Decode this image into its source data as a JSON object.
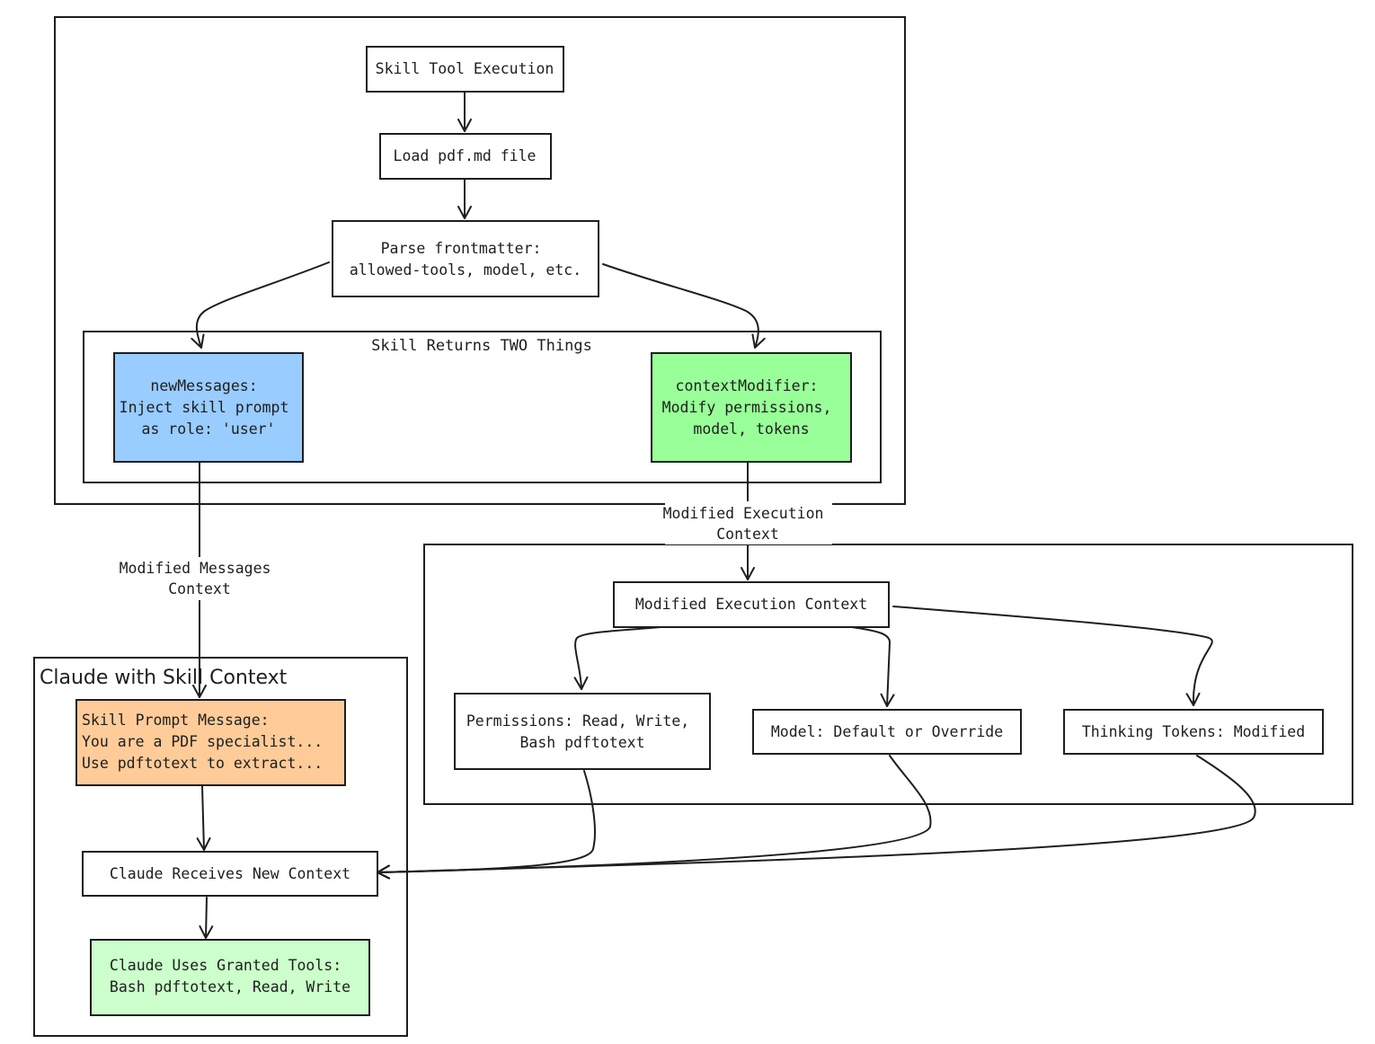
{
  "colors": {
    "stroke": "#1e1e1e",
    "background": "#ffffff",
    "new_messages_fill": "#99ccff",
    "context_modifier_fill": "#99ff99",
    "skill_prompt_fill": "#ffcc99",
    "granted_tools_fill": "#ccffcc"
  },
  "groups": {
    "skill_returns": "Skill Returns TWO Things",
    "claude_context": "Claude with Skill Context"
  },
  "nodes": {
    "skill_tool_execution": [
      "Skill Tool Execution"
    ],
    "load_pdf": [
      "Load pdf.md file"
    ],
    "parse_frontmatter": [
      "Parse frontmatter:",
      "allowed-tools, model, etc."
    ],
    "new_messages": [
      "newMessages:",
      "Inject skill prompt",
      "as role: 'user'"
    ],
    "context_modifier": [
      "contextModifier:",
      "Modify permissions,",
      "model, tokens"
    ],
    "modified_execution_context": [
      "Modified Execution Context"
    ],
    "permissions": [
      "Permissions: Read, Write,",
      "Bash pdftotext"
    ],
    "model": [
      "Model: Default or Override"
    ],
    "thinking_tokens": [
      "Thinking Tokens: Modified"
    ],
    "skill_prompt_message": [
      "Skill Prompt Message:",
      "You are a PDF specialist...",
      "Use pdftotext to extract..."
    ],
    "claude_receives": [
      "Claude Receives New Context"
    ],
    "claude_uses_tools": [
      "Claude Uses Granted Tools:",
      "Bash pdftotext, Read, Write"
    ]
  },
  "edge_labels": {
    "modified_messages_context": [
      "Modified Messages",
      "Context"
    ],
    "modified_execution_context": [
      "Modified Execution",
      "Context"
    ]
  }
}
